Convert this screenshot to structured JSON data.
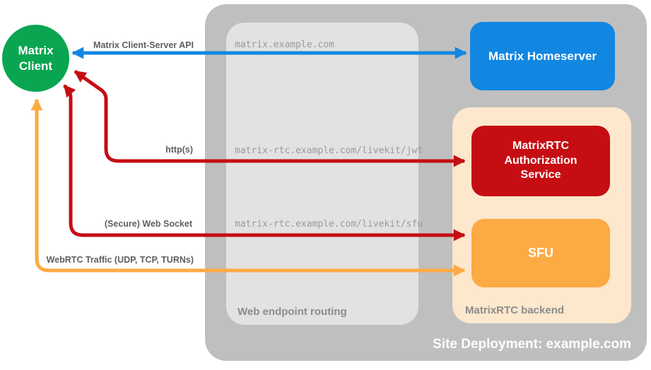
{
  "colors": {
    "green": "#0aa550",
    "blue": "#1287e2",
    "red": "#c60d13",
    "orange": "#fcaa43",
    "peach": "#fde7cd",
    "outer_gray": "#bfbfbf",
    "inner_gray": "#e2e2e2",
    "label_gray": "#5f5f5f",
    "url_gray": "#9a9a9a",
    "container_label_gray": "#8c8c8c"
  },
  "nodes": {
    "matrix_client": {
      "label": "Matrix Client"
    },
    "matrix_homeserver": {
      "label": "Matrix Homeserver"
    },
    "matrixrtc_authorization_service": {
      "label": "MatrixRTC Authorization Service"
    },
    "sfu": {
      "label": "SFU"
    }
  },
  "containers": {
    "site_deployment": {
      "label": "Site Deployment: example.com"
    },
    "web_endpoint_routing": {
      "label": "Web endpoint routing"
    },
    "matrixrtc_backend": {
      "label": "MatrixRTC backend"
    }
  },
  "connections": [
    {
      "label": "Matrix Client-Server API",
      "route": "matrix.example.com",
      "color": "blue",
      "from": "Matrix Client",
      "to": "Matrix Homeserver",
      "bidirectional": true
    },
    {
      "label": "http(s)",
      "route": "matrix-rtc.example.com/livekit/jwt",
      "color": "red",
      "from": "Matrix Client",
      "to": "MatrixRTC Authorization Service",
      "bidirectional": true
    },
    {
      "label": "(Secure) Web Socket",
      "route": "matrix-rtc.example.com/livekit/sfu",
      "color": "red",
      "from": "Matrix Client",
      "to": "SFU",
      "bidirectional": true
    },
    {
      "label": "WebRTC Traffic (UDP, TCP, TURNs)",
      "route": "",
      "color": "orange",
      "from": "Matrix Client",
      "to": "SFU",
      "bidirectional": true
    }
  ]
}
